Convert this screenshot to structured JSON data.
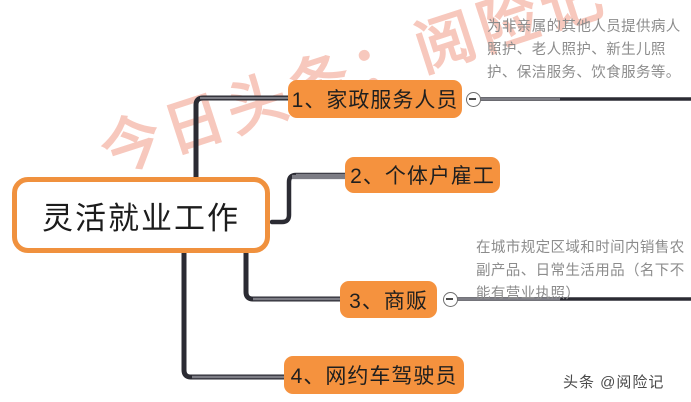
{
  "diagram": {
    "root": {
      "label": "灵活就业工作"
    },
    "branches": [
      {
        "label": "1、家政服务人员",
        "toggle_icon": "collapse-minus-icon",
        "note": "为非亲属的其他人员提供病人照护、老人照护、新生儿照护、保洁服务、饮食服务等。"
      },
      {
        "label": "2、个体户雇工",
        "toggle_icon": "",
        "note": ""
      },
      {
        "label": "3、商贩",
        "toggle_icon": "collapse-minus-icon",
        "note": "在城市规定区域和时间内销售农副产品、日常生活用品（名下不能有营业执照）"
      },
      {
        "label": "4、网约车驾驶员",
        "toggle_icon": "",
        "note": ""
      }
    ]
  },
  "watermark": {
    "text": "今日头条：阅险记",
    "color": "#f5b9ab"
  },
  "credit": {
    "text": "头条 @阅险记"
  },
  "colors": {
    "node_fill": "#f5923e",
    "root_border": "#f0913e",
    "connector": "#2b2b33",
    "connector_thin": "#7d7d85",
    "note_text": "#8c8c8c"
  }
}
